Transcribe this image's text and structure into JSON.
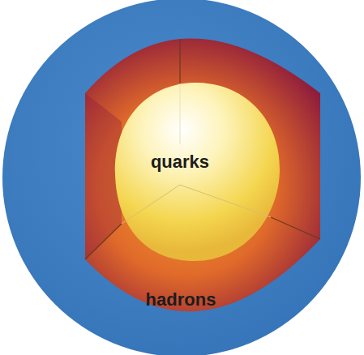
{
  "diagram": {
    "nodes": [
      {
        "text": [
          "hadrons"
        ]
      },
      {
        "text": [
          "quarks"
        ],
        "in": 0
      }
    ]
  }
}
